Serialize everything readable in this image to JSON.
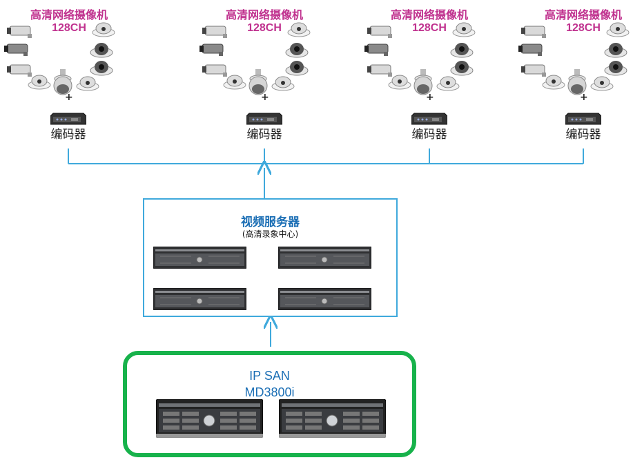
{
  "camera_groups": [
    {
      "title": "高清网络摄像机",
      "count": "128CH",
      "encoder_label": "编码器",
      "plus": "+"
    },
    {
      "title": "高清网络摄像机",
      "count": "128CH",
      "encoder_label": "编码器",
      "plus": "+"
    },
    {
      "title": "高清网络摄像机",
      "count": "128CH",
      "encoder_label": "编码器",
      "plus": "+"
    },
    {
      "title": "高清网络摄像机",
      "count": "128CH",
      "encoder_label": "编码器",
      "plus": "+"
    }
  ],
  "video_server": {
    "title": "视频服务器",
    "subtitle": "(高清录象中心)",
    "unit_count": 4
  },
  "storage": {
    "title": "IP SAN",
    "model": "MD3800i",
    "unit_count": 2
  },
  "colors": {
    "link": "#3fa9dc",
    "camera_title": "#c0328f",
    "blue_text": "#1c6fb5",
    "san_border": "#17b24b"
  }
}
